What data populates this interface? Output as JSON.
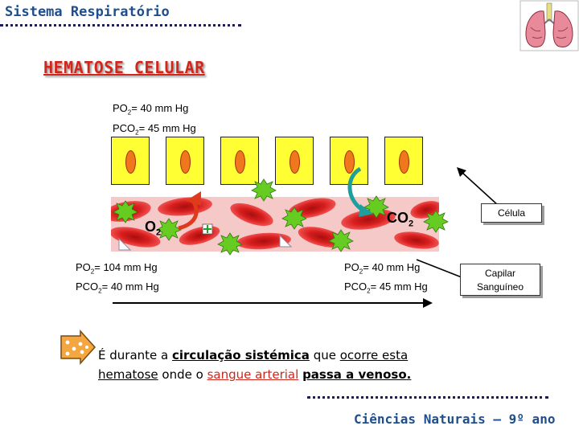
{
  "header": {
    "subject": "Sistema Respiratório"
  },
  "title": "HEMATOSE CELULAR",
  "tissue": {
    "po2_label": "PO",
    "po2_sub": "2",
    "po2_value": "= 40 mm Hg",
    "pco2_label": "PCO",
    "pco2_sub": "2",
    "pco2_value": "= 45 mm Hg"
  },
  "capillary_start": {
    "po2_label": "PO",
    "po2_sub": "2",
    "po2_value": "= 104 mm Hg",
    "pco2_label": "PCO",
    "pco2_sub": "2",
    "pco2_value": "= 40 mm Hg"
  },
  "capillary_end": {
    "po2_label": "PO",
    "po2_sub": "2",
    "po2_value": "= 40 mm Hg",
    "pco2_label": "PCO",
    "pco2_sub": "2",
    "pco2_value": "= 45 mm Hg"
  },
  "gases": {
    "o2_main": "O",
    "o2_sub": "2",
    "co2_main": "CO",
    "co2_sub": "2"
  },
  "labels": {
    "cell": "Célula",
    "capillary_line1": "Capilar",
    "capillary_line2": "Sanguíneo"
  },
  "cell_count": 6,
  "statement": {
    "p1": "É durante a ",
    "p2": "circulação sistémica",
    "p3": " que ",
    "p4": "ocorre esta",
    "p5": "hematose",
    "p6": " onde o ",
    "p7": "sangue arterial",
    "p8": " ",
    "p9": "passa a venoso",
    "p10": "."
  },
  "footer": {
    "course": "Ciências Naturais – 9º ano"
  },
  "colors": {
    "title": "#d1261b",
    "header": "#1f4e8c",
    "cell_fill": "#ffff33",
    "nucleus": "#f0771e",
    "red_cell": "#d81e1e",
    "plasma": "#f6c9c9",
    "leukocyte": "#66cc22",
    "co2_arrow": "#1f9e9e",
    "o2_arrow": "#e03a1c"
  }
}
